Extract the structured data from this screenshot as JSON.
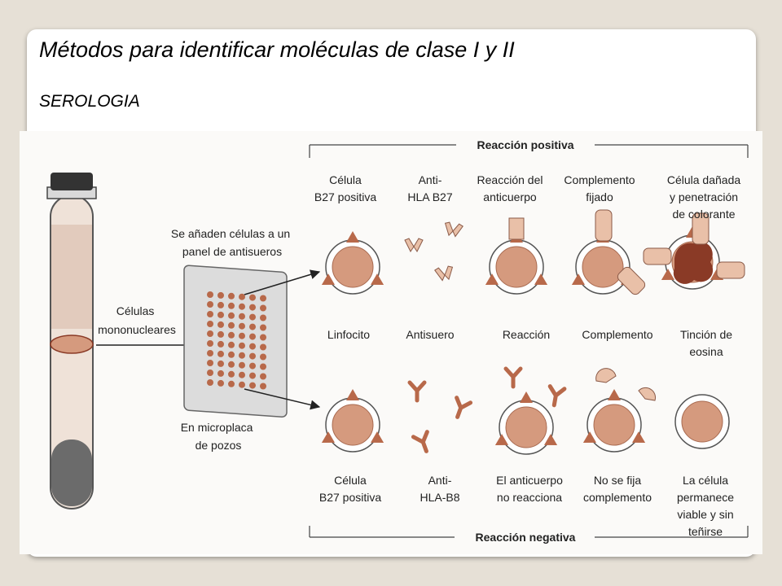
{
  "slide": {
    "title": "Métodos para identificar moléculas de clase I y II",
    "subtitle": "SEROLOGIA"
  },
  "diagram": {
    "header_positive": "Reacción positiva",
    "header_negative": "Reacción negativa",
    "panel_text": [
      "Se añaden células a un",
      "panel de antisueros"
    ],
    "cells_text": [
      "Células",
      "mononucleares"
    ],
    "plate_text": [
      "En microplaca",
      "de pozos"
    ],
    "top_labels": [
      [
        "Célula",
        "B27 positiva"
      ],
      [
        "Anti-",
        "HLA B27"
      ],
      [
        "Reacción del",
        "anticuerpo"
      ],
      [
        "Complemento",
        "fijado"
      ],
      [
        "Célula dañada",
        "y penetración",
        "de colorante"
      ]
    ],
    "middle_labels": [
      [
        "Linfocito"
      ],
      [
        "Antisuero"
      ],
      [
        "Reacción"
      ],
      [
        "Complemento"
      ],
      [
        "Tinción de",
        "eosina"
      ]
    ],
    "bottom_labels": [
      [
        "Célula",
        "B27 positiva"
      ],
      [
        "Anti-",
        "HLA-B8"
      ],
      [
        "El anticuerpo",
        "no reacciona"
      ],
      [
        "No se fija",
        "complemento"
      ],
      [
        "La célula",
        "permanece",
        "viable y sin",
        "teñirse"
      ]
    ]
  },
  "colors": {
    "cell_fill": "#d59a7e",
    "antigen": "#b8694a",
    "stain": "#8a3a26",
    "complement": "#e9c0a8",
    "tube_glass": "#efe2d8",
    "tube_dark": "#6b6b6b",
    "plate": "#dcdcdc"
  }
}
